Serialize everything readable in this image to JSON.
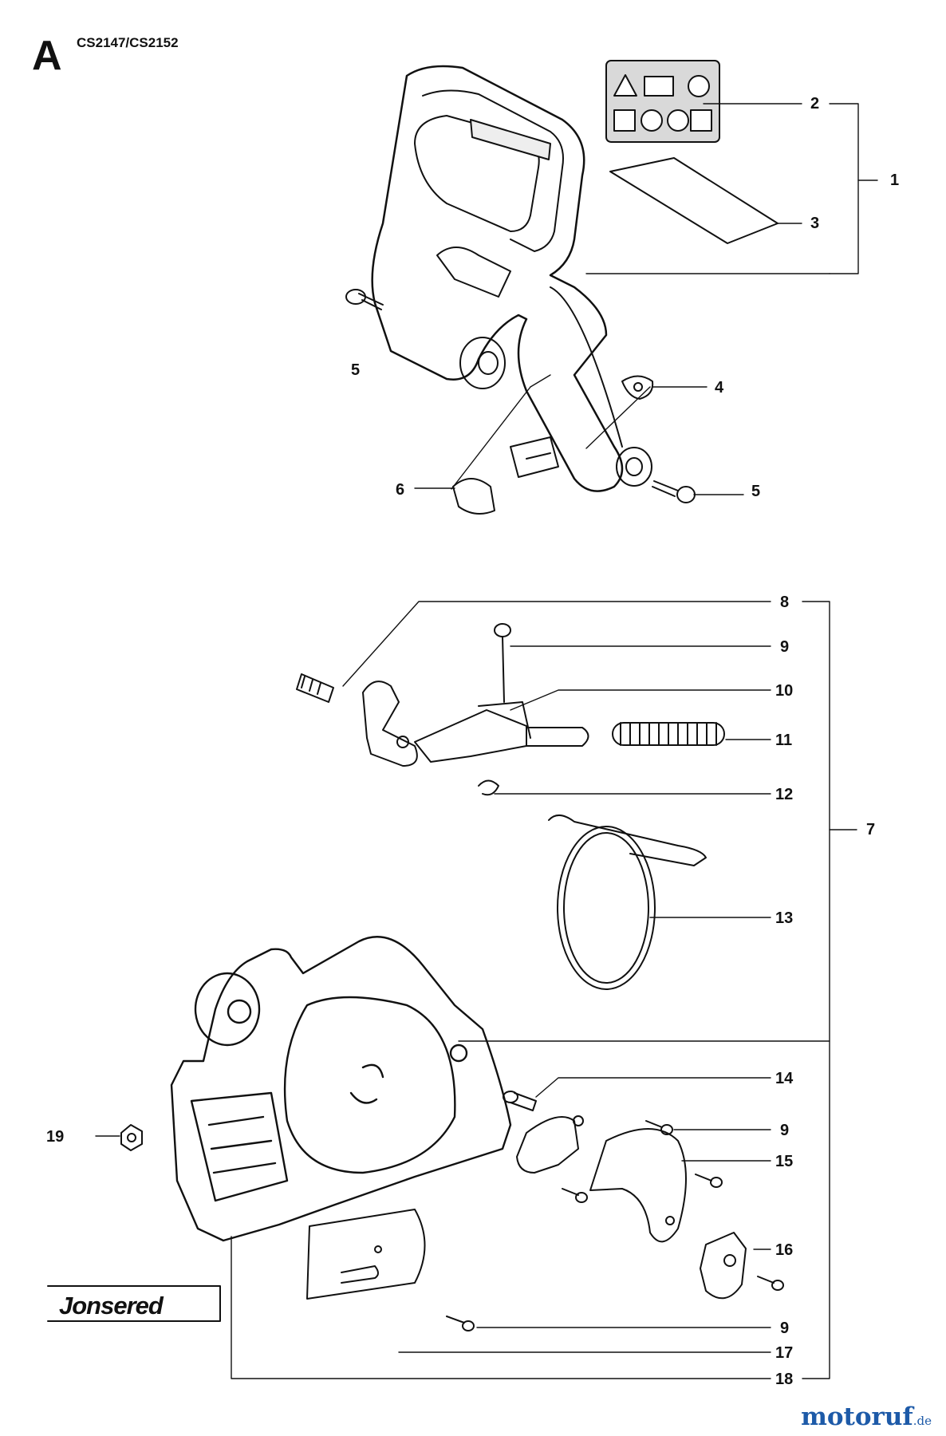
{
  "header": {
    "section_letter": "A",
    "models": "CS2147/CS2152"
  },
  "callouts": [
    "1",
    "2",
    "3",
    "4",
    "5",
    "5",
    "6",
    "7",
    "8",
    "9",
    "10",
    "11",
    "12",
    "13",
    "14",
    "9",
    "15",
    "16",
    "9",
    "17",
    "18",
    "19"
  ],
  "brand": {
    "logo_text": "Jonsered"
  },
  "watermark": {
    "name": "motoruf",
    "suffix": ".de"
  },
  "colors": {
    "line": "#111111",
    "label_fill": "#d9d9d9",
    "watermark": "#1d5aa8"
  }
}
